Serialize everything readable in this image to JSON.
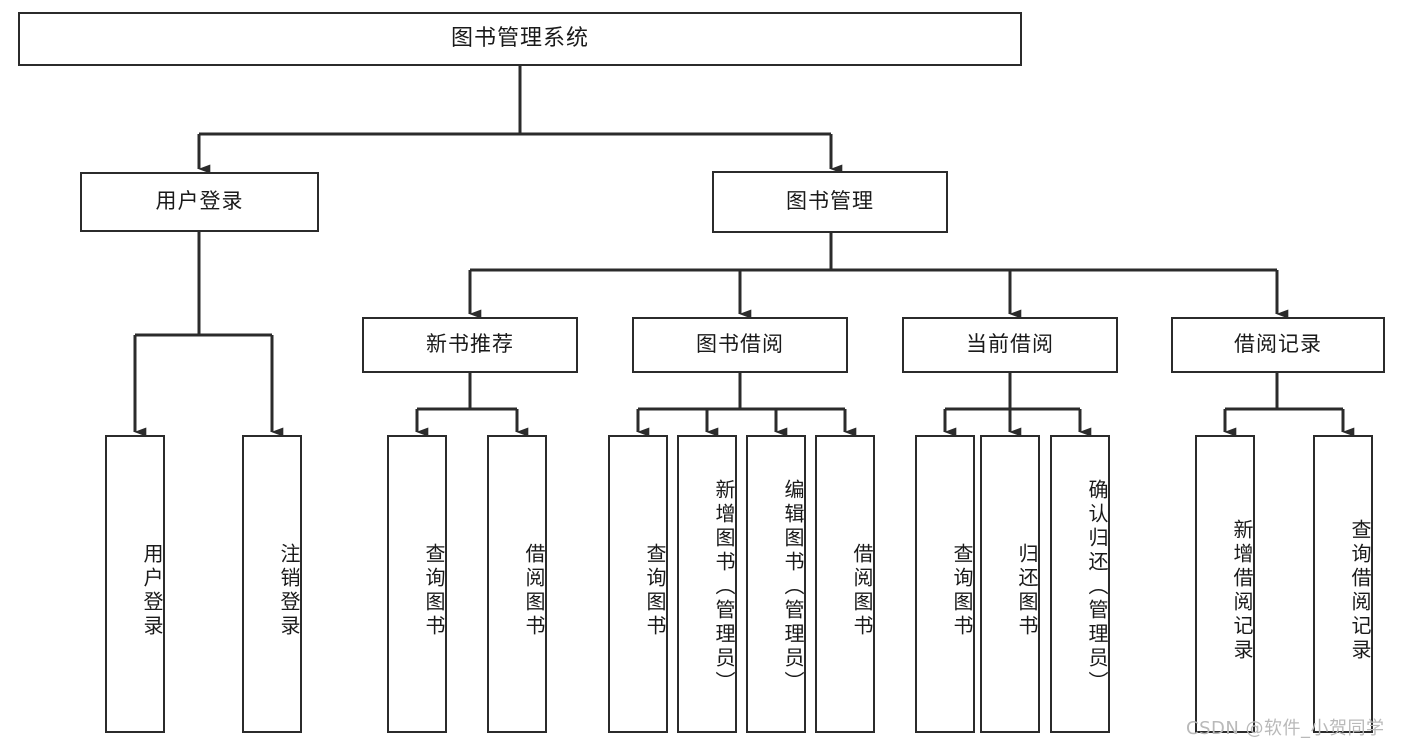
{
  "diagram": {
    "title": "图书管理系统",
    "watermark": "CSDN @软件_小贺同学",
    "type": "tree-hierarchy",
    "orientation": "top-down",
    "line_color": "#2b2b2b",
    "box_fill": "#ffffff",
    "text_color": "#1a1a1a",
    "watermark_color": "#b9b9b9"
  },
  "nodes": {
    "root": {
      "label": "图书管理系统",
      "level": 0
    },
    "level1": [
      {
        "id": "user-login",
        "label": "用户登录"
      },
      {
        "id": "book-manage",
        "label": "图书管理"
      }
    ],
    "level2": [
      {
        "id": "new-book-recommend",
        "label": "新书推荐",
        "parent": "book-manage"
      },
      {
        "id": "book-borrow",
        "label": "图书借阅",
        "parent": "book-manage"
      },
      {
        "id": "current-borrow",
        "label": "当前借阅",
        "parent": "book-manage"
      },
      {
        "id": "borrow-record",
        "label": "借阅记录",
        "parent": "book-manage"
      }
    ],
    "leaves": [
      {
        "id": "leaf-user-login",
        "label": "用户登录",
        "parent": "user-login"
      },
      {
        "id": "leaf-logout",
        "label": "注销登录",
        "parent": "user-login"
      },
      {
        "id": "leaf-query-book-1",
        "label": "查询图书",
        "parent": "new-book-recommend"
      },
      {
        "id": "leaf-borrow-book-1",
        "label": "借阅图书",
        "parent": "new-book-recommend"
      },
      {
        "id": "leaf-query-book-2",
        "label": "查询图书",
        "parent": "book-borrow"
      },
      {
        "id": "leaf-add-book",
        "label": "新增图书（管理员）",
        "parent": "book-borrow"
      },
      {
        "id": "leaf-edit-book",
        "label": "编辑图书（管理员）",
        "parent": "book-borrow"
      },
      {
        "id": "leaf-borrow-book-2",
        "label": "借阅图书",
        "parent": "book-borrow"
      },
      {
        "id": "leaf-query-book-3",
        "label": "查询图书",
        "parent": "current-borrow"
      },
      {
        "id": "leaf-return-book",
        "label": "归还图书",
        "parent": "current-borrow"
      },
      {
        "id": "leaf-confirm-return",
        "label": "确认归还（管理员）",
        "parent": "current-borrow"
      },
      {
        "id": "leaf-add-record",
        "label": "新增借阅记录",
        "parent": "borrow-record"
      },
      {
        "id": "leaf-query-record",
        "label": "查询借阅记录",
        "parent": "borrow-record"
      }
    ]
  }
}
